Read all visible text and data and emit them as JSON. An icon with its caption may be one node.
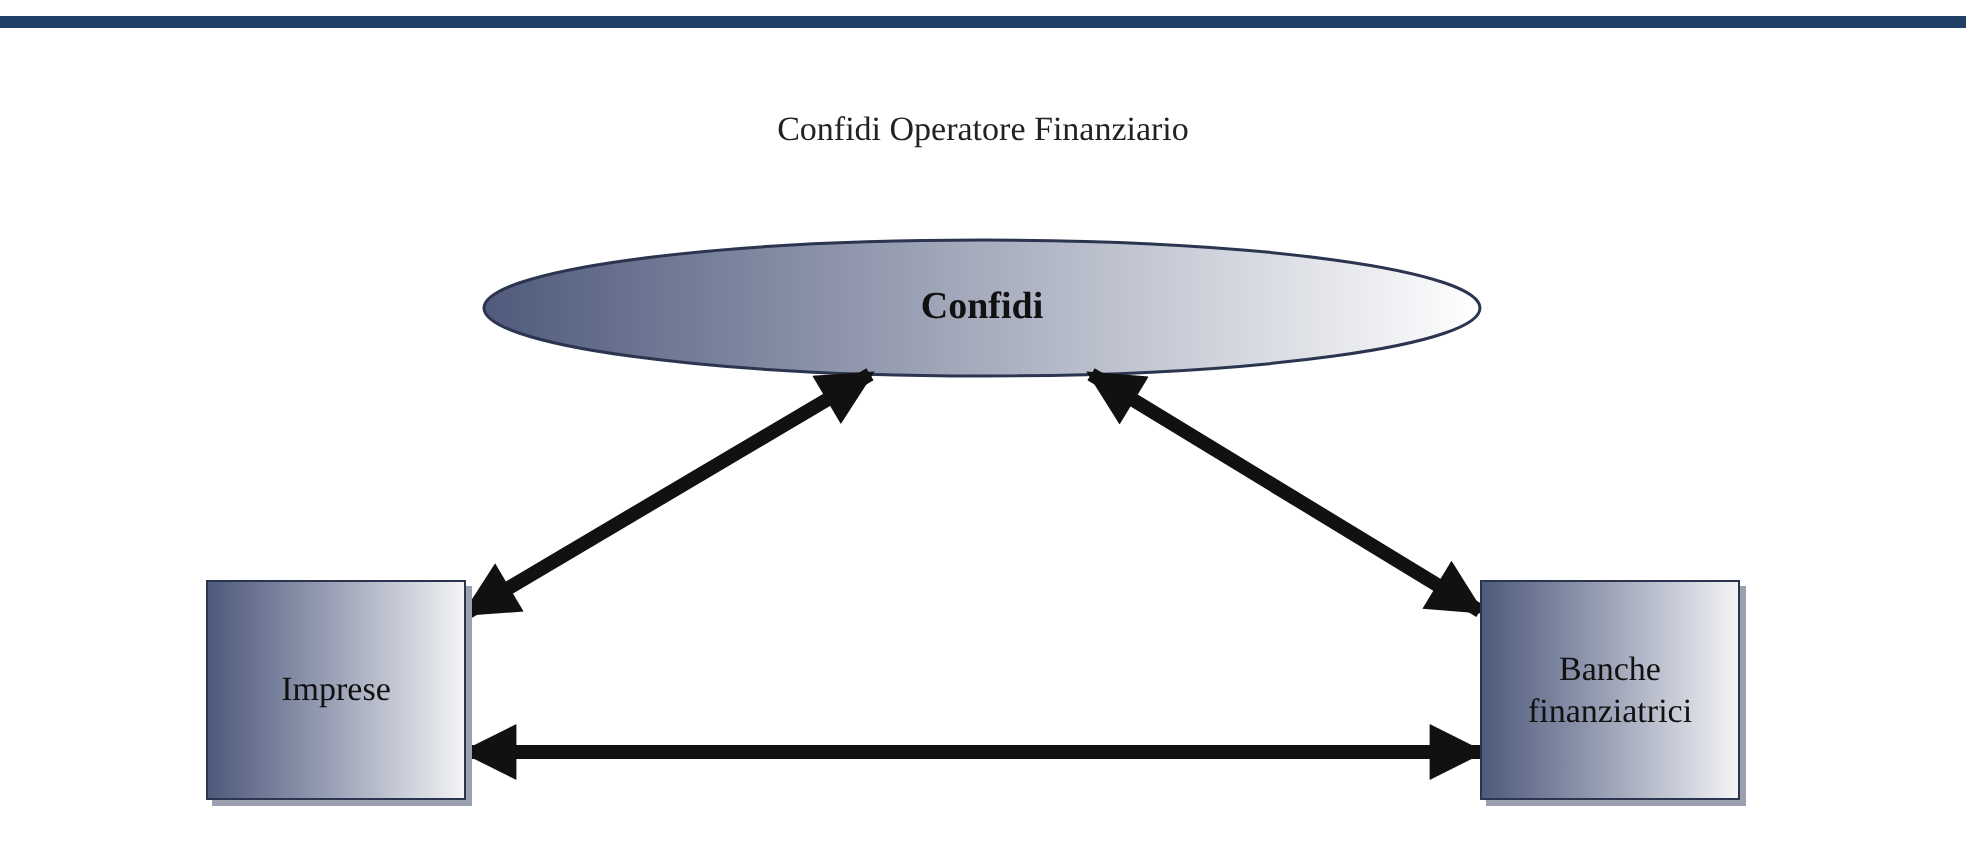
{
  "diagram": {
    "title": "Confidi Operatore Finanziario",
    "nodes": [
      {
        "text": [
          "Confidi"
        ]
      },
      {
        "text": [
          "Imprese"
        ]
      },
      {
        "text": [
          "Banche finanziatrici"
        ]
      }
    ],
    "edges": [
      {
        "from": 1,
        "to": 0,
        "arrow": "both"
      },
      {
        "from": 0,
        "to": 2,
        "arrow": "both"
      },
      {
        "from": 1,
        "to": 2,
        "arrow": "both"
      }
    ]
  }
}
